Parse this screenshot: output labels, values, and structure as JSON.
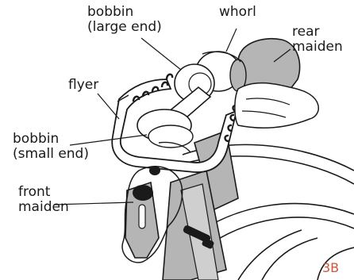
{
  "labels": {
    "bobbin_large": "bobbin\n(large end)",
    "whorl": "whorl",
    "rear_maiden": "rear\nmaiden",
    "flyer": "flyer",
    "bobbin_small": "bobbin\n(small end)",
    "front_maiden": "front\nmaiden"
  },
  "figure_number": "3B",
  "colors": {
    "figure_number": "#d0563b",
    "shade": "#b5b5b5",
    "line": "#1a1a1a"
  }
}
